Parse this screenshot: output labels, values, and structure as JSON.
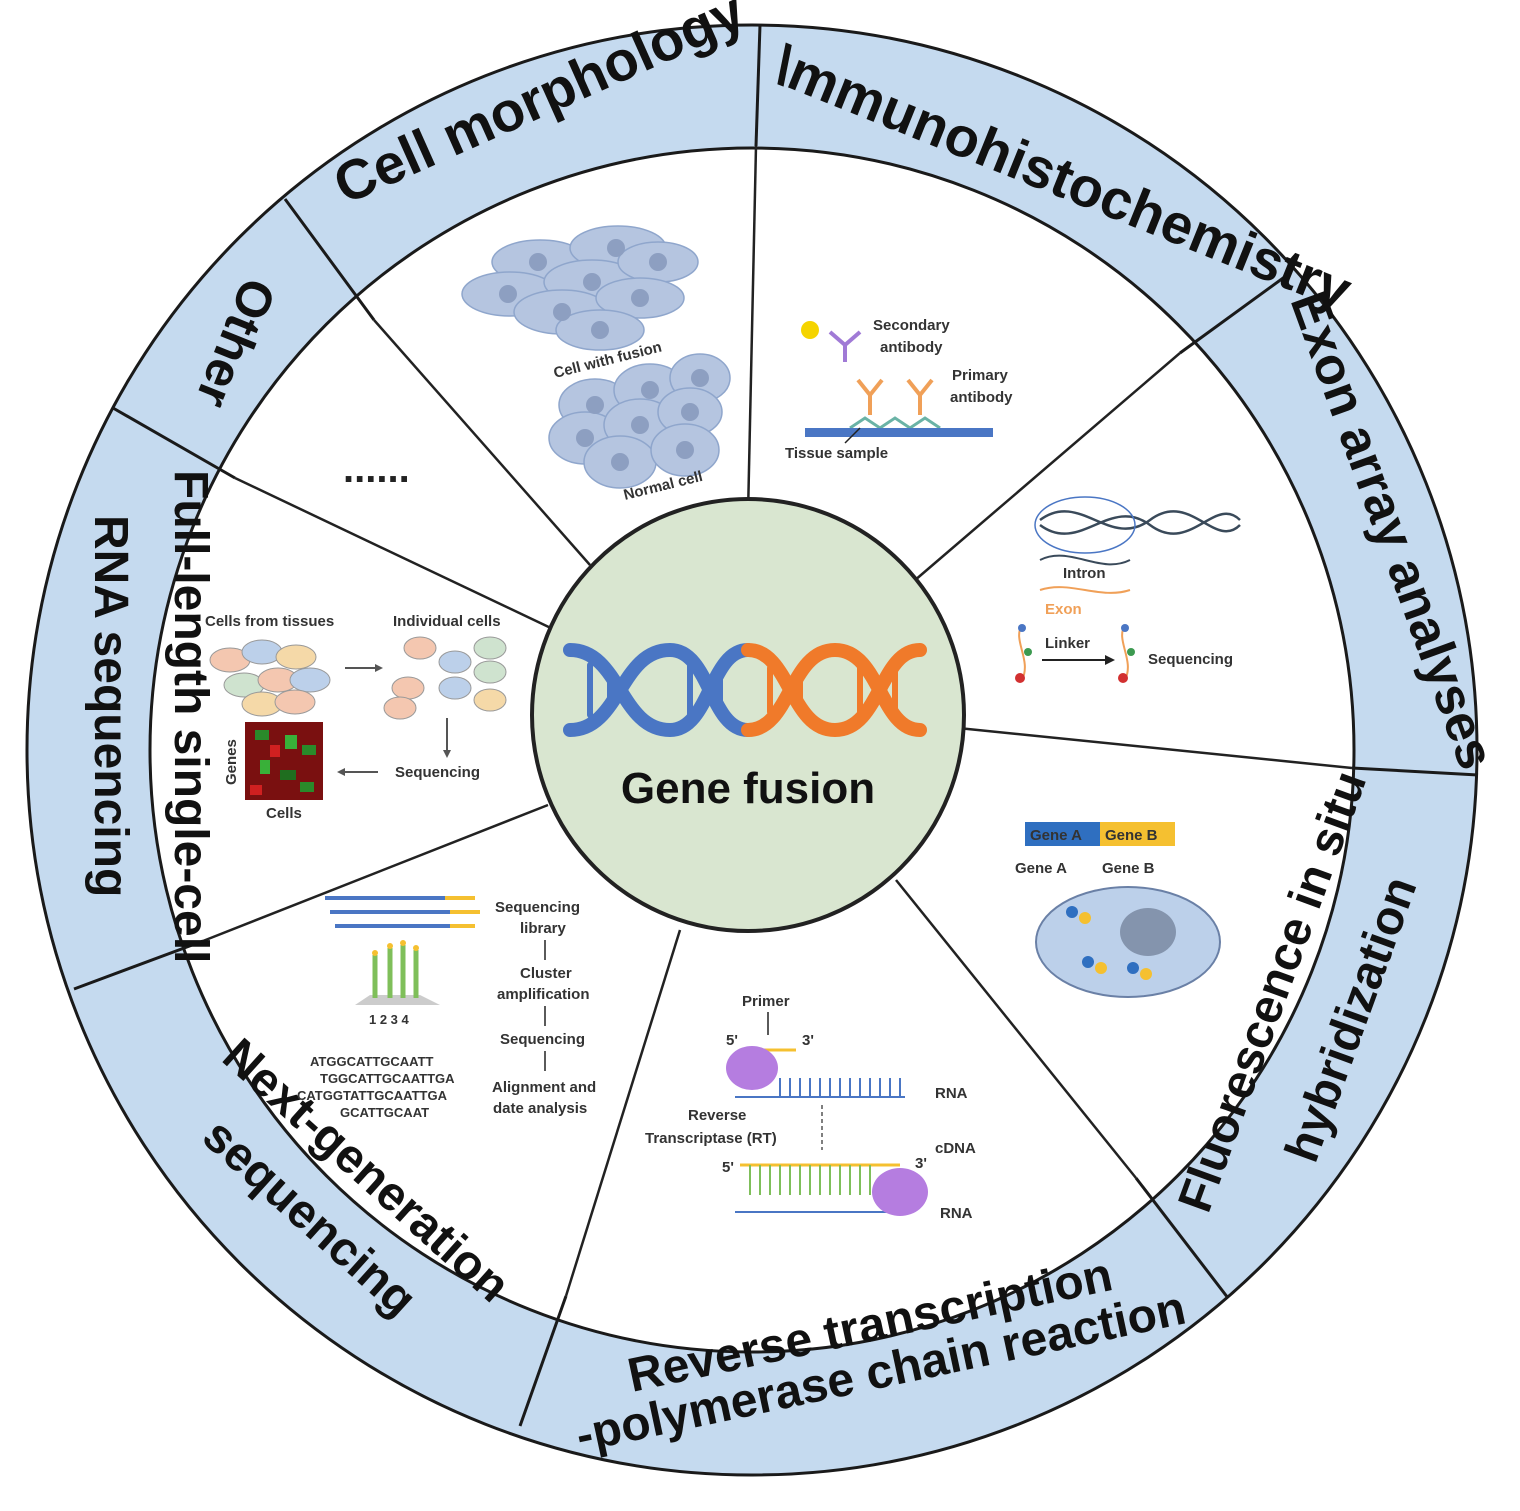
{
  "center": {
    "title": "Gene fusion"
  },
  "ring": {
    "cell_morphology": "Cell morphology",
    "immunohistochemistry": "\\mmunohistochemistry",
    "exon_array": "Exon array analyses",
    "fish_line1": "Fluorescence in situ",
    "fish_line2": "hybridization",
    "rtpcr_line1": "Reverse transcription",
    "rtpcr_line2": "-polymerase chain reaction",
    "ngs_line1": "Next-generation",
    "ngs_line2": "sequencing",
    "fl_line1": "Full-length single-cell",
    "fl_line2": "RNA sequencing",
    "other": "Other"
  },
  "panels": {
    "morphology": {
      "cell_with_fusion": "Cell with fusion",
      "normal_cell": "Normal cell"
    },
    "ihc": {
      "secondary": "Secondary",
      "antibody1": "antibody",
      "primary": "Primary",
      "antibody2": "antibody",
      "tissue": "Tissue sample"
    },
    "exon": {
      "intron": "Intron",
      "exon": "Exon",
      "linker": "Linker",
      "sequencing": "Sequencing"
    },
    "fish": {
      "gene_a": "Gene A",
      "gene_b": "Gene B",
      "label_a": "Gene A",
      "label_b": "Gene B"
    },
    "rtpcr": {
      "primer": "Primer",
      "five1": "5'",
      "three1": "3'",
      "rna1": "RNA",
      "rt1": "Reverse",
      "rt2": "Transcriptase (RT)",
      "cdna": "cDNA",
      "five2": "5'",
      "three2": "3'",
      "rna2": "RNA"
    },
    "ngs": {
      "step1a": "Sequencing",
      "step1b": "library",
      "step2a": "Cluster",
      "step2b": "amplification",
      "step3": "Sequencing",
      "step4a": "Alignment and",
      "step4b": "date analysis",
      "lanes": "1 2 3 4",
      "seq1": "ATGGCATTGCAATT",
      "seq2": "TGGCATTGCAATTGA",
      "seq3": "CATGGTATTGCAATTGA",
      "seq4": "GCATTGCAAT"
    },
    "scrna": {
      "cells_from_tissues": "Cells from tissues",
      "individual_cells": "Individual cells",
      "sequencing": "Sequencing",
      "genes": "Genes",
      "cells": "Cells"
    },
    "other": {
      "dots": "......"
    }
  },
  "colors": {
    "ring_fill": "#c5daef",
    "center_fill": "#d9e6d0",
    "dna_blue": "#4a76c4",
    "dna_orange": "#f07a2a"
  }
}
